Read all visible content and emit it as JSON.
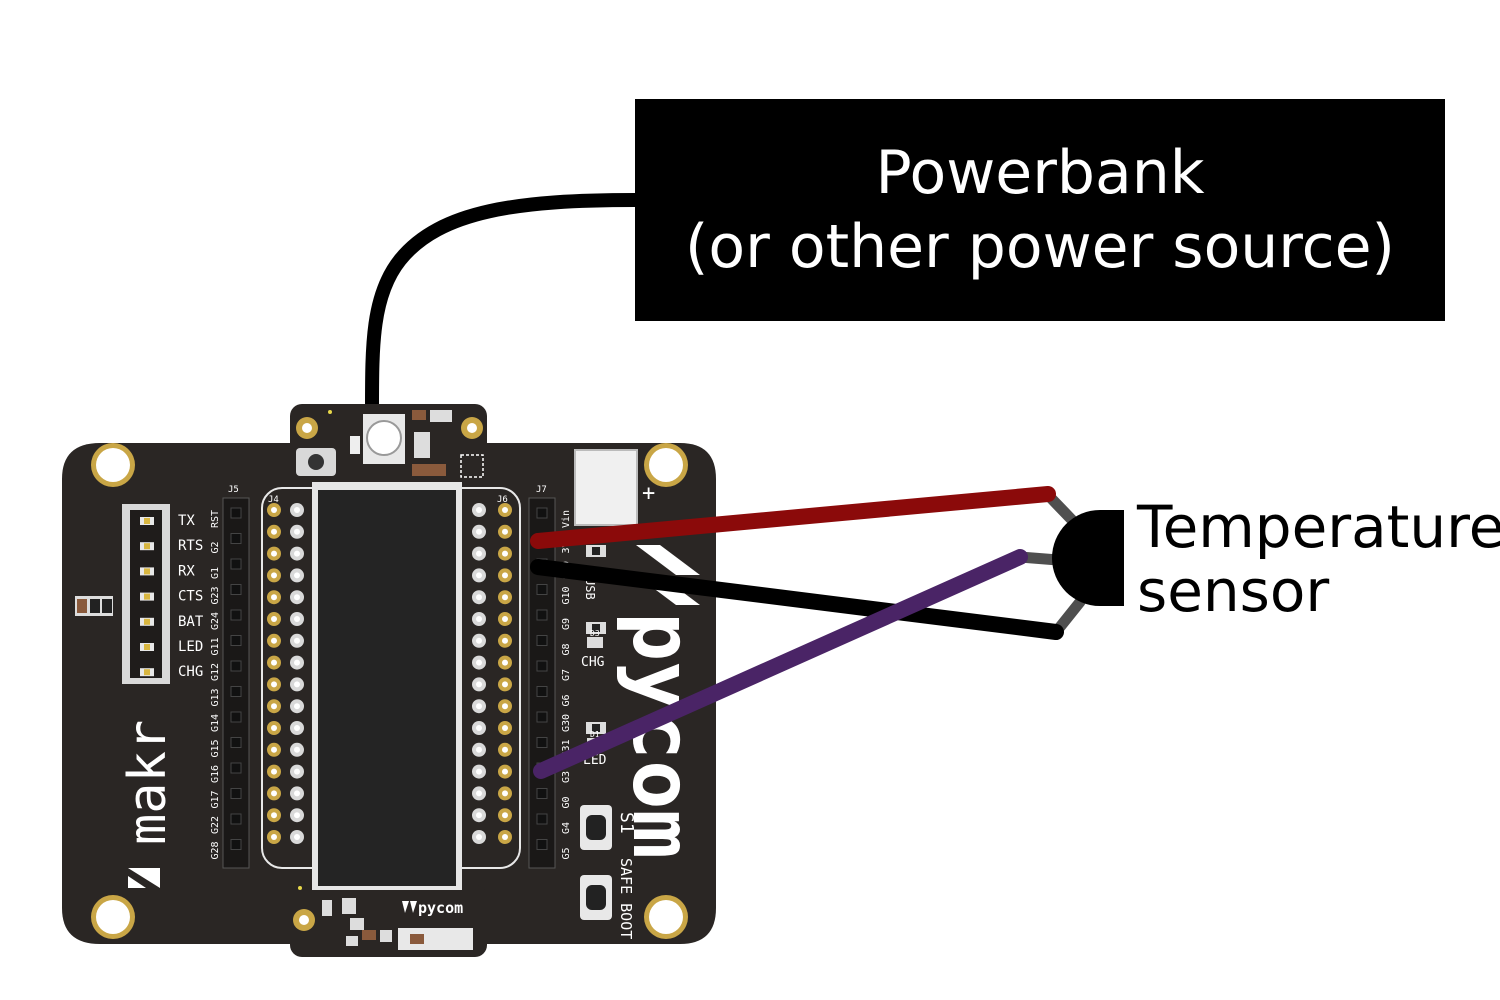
{
  "powerbank": {
    "line1": "Powerbank",
    "line2": "(or other power source)"
  },
  "sensor": {
    "line1": "Temperature",
    "line2": "sensor"
  },
  "board": {
    "brand": "pycom",
    "maker_logo": "makr",
    "module_logo": "pycom",
    "status_labels": [
      "TX",
      "RTS",
      "RX",
      "CTS",
      "BAT",
      "LED",
      "CHG"
    ],
    "header_j5": "J5",
    "header_j4": "J4",
    "header_j6": "J6",
    "header_j7": "J7",
    "left_pins": [
      "RST",
      "G2",
      "G1",
      "G23",
      "G24",
      "G11",
      "G12",
      "G13",
      "G14",
      "G15",
      "G16",
      "G17",
      "G22",
      "G28"
    ],
    "right_pins": [
      "Vin",
      "3V3",
      "GND",
      "G10",
      "G9",
      "G8",
      "G7",
      "G6",
      "G30",
      "G31",
      "G3",
      "G0",
      "G4",
      "G5"
    ],
    "usb_label": "USB",
    "chg_label": "CHG",
    "led_label": "LED",
    "d3_label": "D3",
    "d1_label": "D1",
    "s1_label": "S1",
    "safe_boot_label": "SAFE BOOT",
    "plus_label": "+"
  },
  "colors": {
    "board": "#2a2624",
    "wire_power": "#8b0a0a",
    "wire_ground": "#000000",
    "wire_signal": "#4a2466",
    "gold": "#c9a646",
    "silkscreen": "#ffffff"
  }
}
